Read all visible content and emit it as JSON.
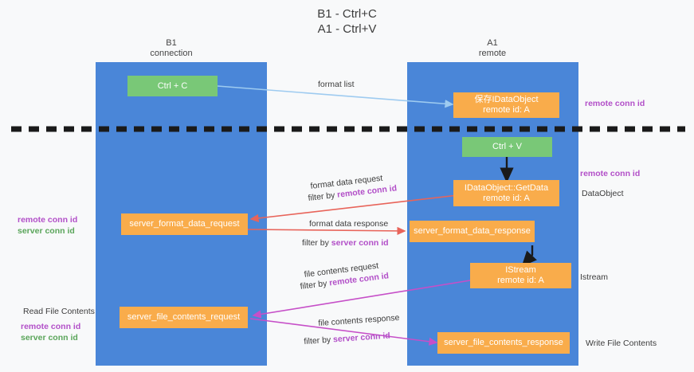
{
  "title": "B1 - Ctrl+C\nA1 - Ctrl+V",
  "lanes": [
    {
      "id": "b1",
      "title": "B1\nconnection"
    },
    {
      "id": "a1",
      "title": "A1\nremote"
    }
  ],
  "nodes": {
    "ctrl_c": {
      "line1": "Ctrl + C",
      "color": "#79c877"
    },
    "ctrl_v": {
      "line1": "Ctrl + V",
      "color": "#79c877"
    },
    "save_idataobject": {
      "line1": "保存IDataObject",
      "line2": "remote id: A",
      "color": "#f9ac4b"
    },
    "getdata": {
      "line1": "IDataObject::GetData",
      "line2": "remote id: A",
      "color": "#f9ac4b"
    },
    "istream": {
      "line1": "IStream",
      "line2": "remote id: A",
      "color": "#f9ac4b"
    },
    "server_format_data_request": {
      "line1": "server_format_data_request",
      "color": "#f9ac4b"
    },
    "server_format_data_response": {
      "line1": "server_format_data_response",
      "color": "#f9ac4b"
    },
    "server_file_contents_request": {
      "line1": "server_file_contents_request",
      "color": "#f9ac4b"
    },
    "server_file_contents_response": {
      "line1": "server_file_contents_response",
      "color": "#f9ac4b"
    }
  },
  "edge_labels": {
    "format_list": "format list",
    "format_data_request": "format data request",
    "format_data_request_filter_prefix": "filter by ",
    "format_data_request_filter_key": "remote conn id",
    "format_data_response": "format data response",
    "format_data_response_filter_prefix": "filter by ",
    "format_data_response_filter_key": "server conn id",
    "file_contents_request": "file contents request",
    "file_contents_request_filter_prefix": "filter by ",
    "file_contents_request_filter_key": "remote conn id",
    "file_contents_response": "file contents response",
    "file_contents_response_filter_prefix": "filter by ",
    "file_contents_response_filter_key": "server conn id"
  },
  "side_labels": {
    "right_remote_conn_id_1": "remote conn id",
    "right_remote_conn_id_2": "remote conn id",
    "right_dataobject": "DataObject",
    "right_istream": "Istream",
    "right_write_file_contents": "Write File Contents",
    "left_remote_conn_id_1": "remote conn id",
    "left_server_conn_id_1": "server conn id",
    "left_read_file_contents": "Read File Contents",
    "left_remote_conn_id_2": "remote conn id",
    "left_server_conn_id_2": "server conn id"
  },
  "colors": {
    "lane": "#4a86d8",
    "node_orange": "#f9ac4b",
    "node_green": "#79c877",
    "accent_purple": "#b24fc8",
    "accent_green": "#5aa55a",
    "arrow_blue": "#9ecbf0",
    "arrow_red": "#e8645a",
    "arrow_magenta": "#c64fc8",
    "arrow_black": "#1a1a1a",
    "background": "#f8f9fa"
  }
}
